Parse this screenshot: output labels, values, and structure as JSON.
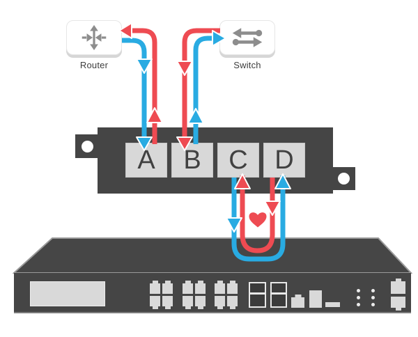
{
  "diagram": {
    "type": "network-bypass-flow-diagram",
    "devices": {
      "router": {
        "label": "Router",
        "icon": "router-icon"
      },
      "switch": {
        "label": "Switch",
        "icon": "switch-icon"
      }
    },
    "bypass_panel": {
      "ports": [
        {
          "label": "A"
        },
        {
          "label": "B"
        },
        {
          "label": "C"
        },
        {
          "label": "D"
        }
      ]
    },
    "appliance": {
      "kind": "1U rack appliance",
      "front_elements": [
        "lcd-display",
        "rj45-port-bank-x3",
        "sfp-cage-x2",
        "console-port",
        "usb-port",
        "reset-bar",
        "led-dot-grid",
        "rear-rj45-pair"
      ]
    },
    "flows": [
      {
        "name": "blue-flow",
        "color": "#29abe2",
        "route": "Router → Port A → Port C → Appliance → Port D → Port B → Switch"
      },
      {
        "name": "red-flow",
        "color": "#ee4b52",
        "route": "Switch → Port B → Port D → Appliance → Port C → Port A → Router"
      }
    ],
    "heartbeat": {
      "symbol": "heart",
      "color": "#ee4b52"
    },
    "colors": {
      "flow_blue": "#29abe2",
      "flow_red": "#ee4b52",
      "chassis": "#454545",
      "port_fill": "#d8d8d8",
      "icon_gray": "#8d8d8d",
      "label_text": "#3d3d3d"
    }
  }
}
